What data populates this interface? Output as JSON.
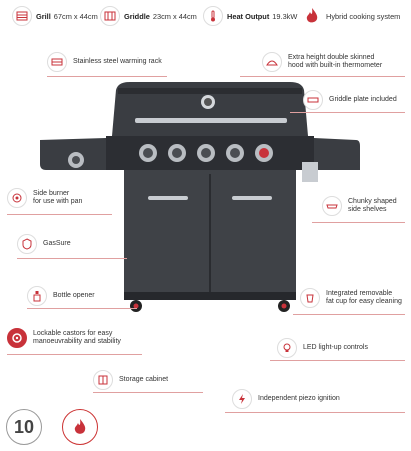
{
  "specs": [
    {
      "icon": "grill-icon",
      "label": "Grill",
      "value": "67cm x 44cm"
    },
    {
      "icon": "griddle-icon",
      "label": "Griddle",
      "value": "23cm x 44cm"
    },
    {
      "icon": "thermometer-icon",
      "label": "Heat Output",
      "value": "19.3kW"
    },
    {
      "icon": "flame-icon",
      "label": "",
      "value": "Hybrid cooking system"
    }
  ],
  "callouts": {
    "warming_rack": "Stainless steel warming rack",
    "hood_line1": "Extra height double skinned",
    "hood_line2": "hood with built-in thermometer",
    "griddle_plate": "Griddle plate included",
    "side_burner_line1": "Side burner",
    "side_burner_line2": "for use with pan",
    "side_shelves_line1": "Chunky shaped",
    "side_shelves_line2": "side shelves",
    "gassure": "GasSure",
    "bottle_opener": "Bottle opener",
    "fat_cup_line1": "Integrated removable",
    "fat_cup_line2": "fat cup for easy cleaning",
    "castors_line1": "Lockable castors for easy",
    "castors_line2": "manoeuvrability and stability",
    "led": "LED light-up controls",
    "storage": "Storage cabinet",
    "piezo": "Independent piezo ignition"
  },
  "badges": {
    "warranty_number": "10"
  },
  "colors": {
    "accent": "#c8323a",
    "grill_body": "#3a3d42",
    "grill_dark": "#24262a",
    "steel": "#b9bdc2"
  }
}
